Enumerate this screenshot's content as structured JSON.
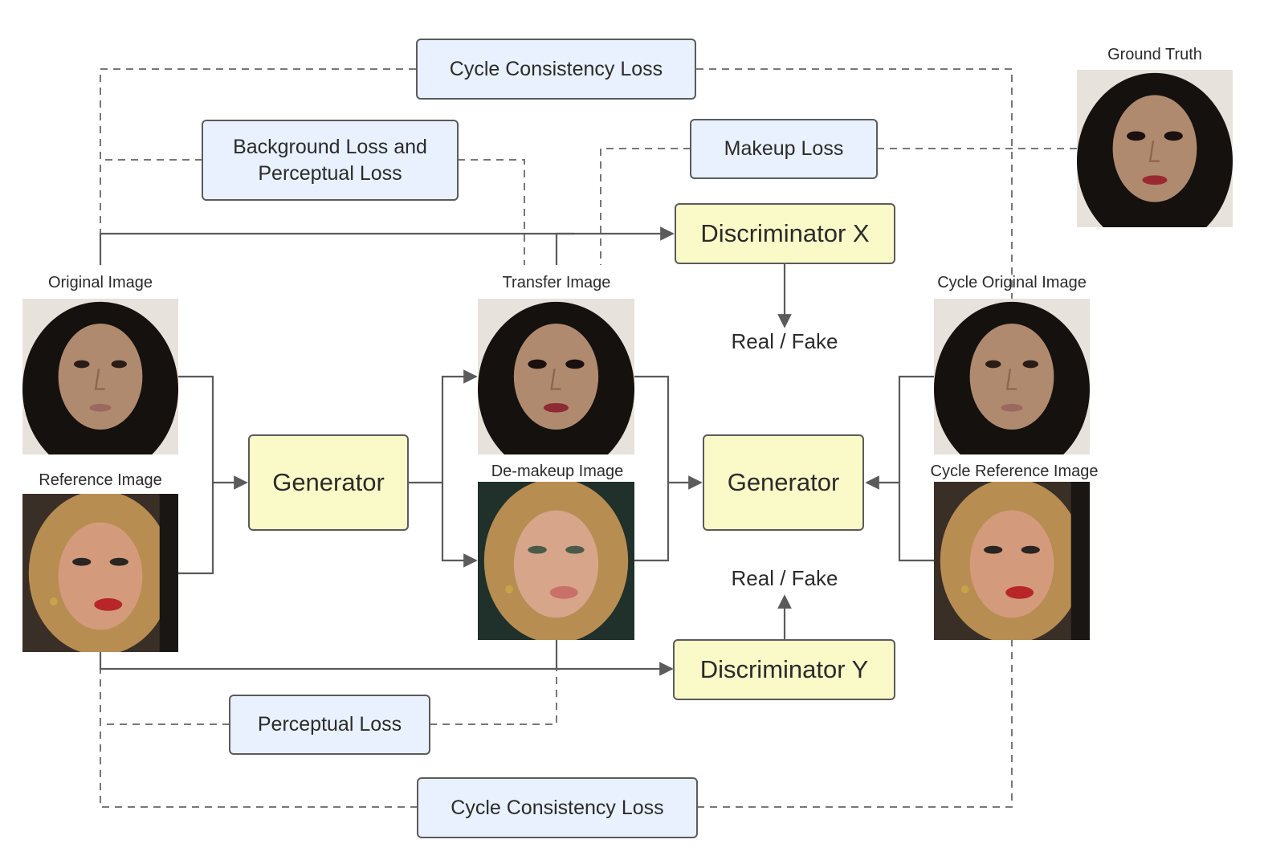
{
  "losses": {
    "cycle_top": "Cycle Consistency Loss",
    "background_line1": "Background Loss and",
    "background_line2": "Perceptual Loss",
    "makeup": "Makeup Loss",
    "perceptual": "Perceptual Loss",
    "cycle_bottom": "Cycle Consistency Loss"
  },
  "nodes": {
    "discriminator_x": "Discriminator X",
    "discriminator_y": "Discriminator Y",
    "generator_left": "Generator",
    "generator_right": "Generator"
  },
  "outputs": {
    "real_fake_top": "Real / Fake",
    "real_fake_bottom": "Real / Fake"
  },
  "images": {
    "original": "Original Image",
    "reference": "Reference Image",
    "transfer": "Transfer Image",
    "demakeup": "De-makeup Image",
    "cycle_original": "Cycle Original Image",
    "cycle_reference": "Cycle Reference Image",
    "ground_truth": "Ground Truth"
  },
  "colors": {
    "loss_fill": "#e8f1fd",
    "node_fill": "#fafac8",
    "line": "#5b5b5b",
    "hair_dark": "#15110f",
    "skin_dark": "#b08a6e",
    "hair_blonde": "#b78d52",
    "skin_light": "#d39b7b",
    "lips_red": "#b8262a"
  }
}
